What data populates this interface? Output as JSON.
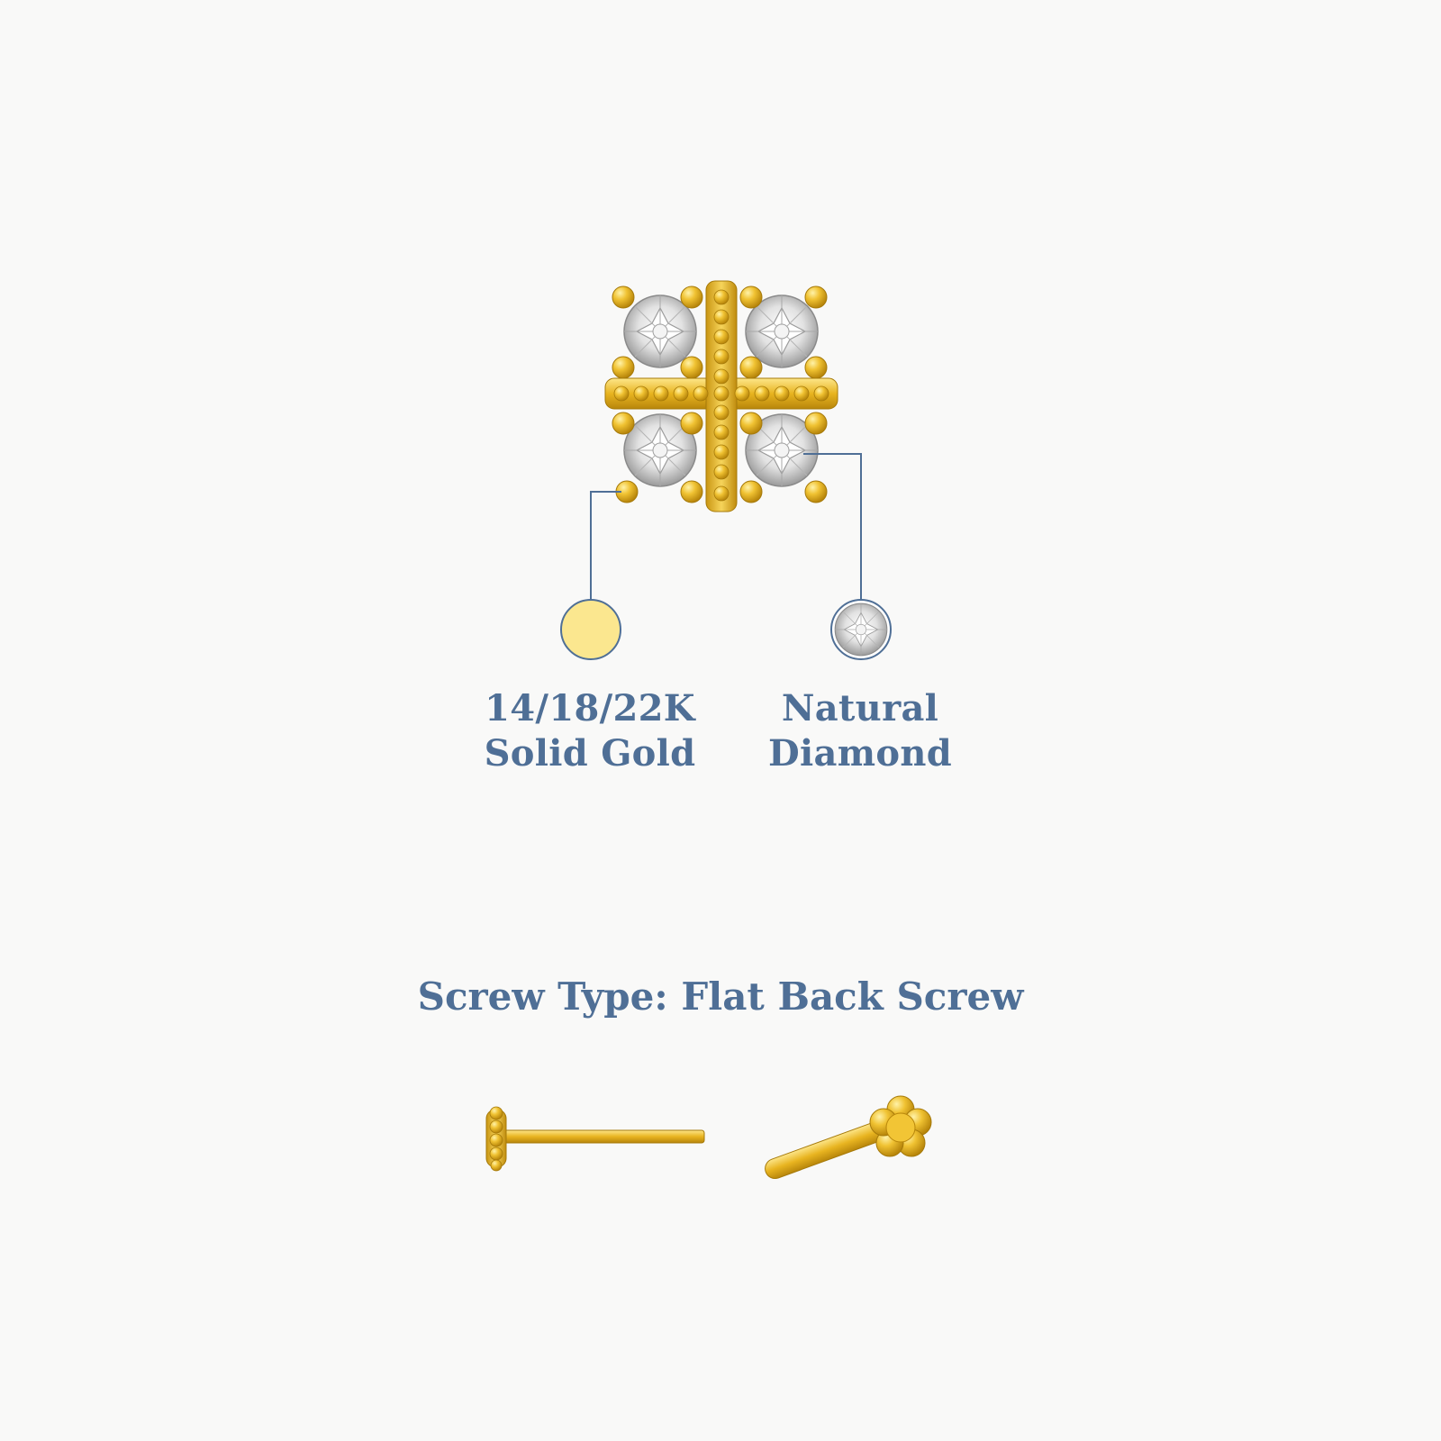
{
  "materials": {
    "gold": {
      "line1": "14/18/22K",
      "line2": "Solid Gold",
      "swatch_color": "#fbe78f"
    },
    "diamond": {
      "line1": "Natural",
      "line2": "Diamond"
    }
  },
  "screw": {
    "title": "Screw Type: Flat Back Screw"
  },
  "colors": {
    "background": "#f9f9f8",
    "text_blue": "#4f6f96",
    "leader_line": "#4f6f96",
    "gold": "#e9b51a"
  },
  "icons": [
    "gold-swatch-icon",
    "diamond-swatch-icon",
    "earring-stud-icon",
    "flat-back-screw-side-icon",
    "flat-back-screw-angled-icon"
  ]
}
